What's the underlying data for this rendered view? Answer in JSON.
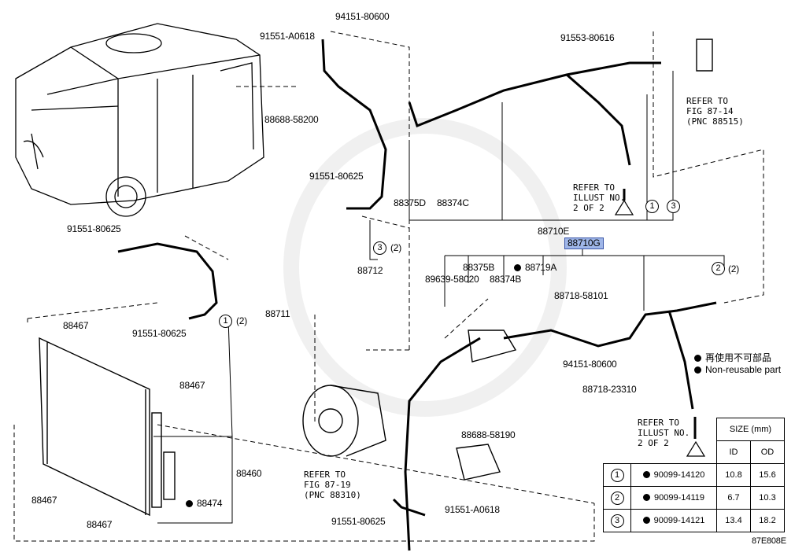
{
  "diagram": {
    "figure_code": "87E808E",
    "highlighted_part": "88710G",
    "parts": {
      "p94151_80600_top": "94151-80600",
      "p91551_A0618_top": "91551-A0618",
      "p88688_58200": "88688-58200",
      "p91553_80616": "91553-80616",
      "p91551_80625_mid": "91551-80625",
      "p88375D": "88375D",
      "p88374C": "88374C",
      "p88710E": "88710E",
      "p88710G": "88710G",
      "p91551_80625_left": "91551-80625",
      "p88712": "88712",
      "p88375B": "88375B",
      "p88719A": "88719A",
      "p89639_58020": "89639-58020",
      "p88374B": "88374B",
      "p88718_58101": "88718-58101",
      "p88467_a": "88467",
      "p91551_80625_b": "91551-80625",
      "p88711": "88711",
      "p88467_b": "88467",
      "p94151_80600_mid": "94151-80600",
      "p88718_23310": "88718-23310",
      "p88460": "88460",
      "p88467_c": "88467",
      "p88474": "88474",
      "p88467_d": "88467",
      "p88688_58190": "88688-58190",
      "p91551_80625_bottom": "91551-80625",
      "p91551_A0618_bottom": "91551-A0618"
    },
    "callouts": {
      "c1": "1",
      "c2": "2",
      "c3": "3",
      "c3_2": "(2)",
      "c2_2": "(2)",
      "c1_2": "(2)"
    },
    "references": {
      "fig_87_14": [
        "REFER TO",
        "FIG 87-14",
        "(PNC 88515)"
      ],
      "illust_top": [
        "REFER TO",
        "ILLUST NO.",
        "2 OF 2"
      ],
      "illust_bottom": [
        "REFER TO",
        "ILLUST NO.",
        "2 OF 2"
      ],
      "fig_87_19": [
        "REFER TO",
        "FIG 87-19",
        "(PNC 88310)"
      ]
    },
    "legend": {
      "jp": "再使用不可部品",
      "en": "Non-reusable part"
    },
    "size_table": {
      "title": "SIZE (mm)",
      "headers": [
        "ID",
        "OD"
      ],
      "rows": [
        {
          "num": "1",
          "part": "90099-14120",
          "id": "10.8",
          "od": "15.6"
        },
        {
          "num": "2",
          "part": "90099-14119",
          "id": "6.7",
          "od": "10.3"
        },
        {
          "num": "3",
          "part": "90099-14121",
          "id": "13.4",
          "od": "18.2"
        }
      ]
    }
  }
}
